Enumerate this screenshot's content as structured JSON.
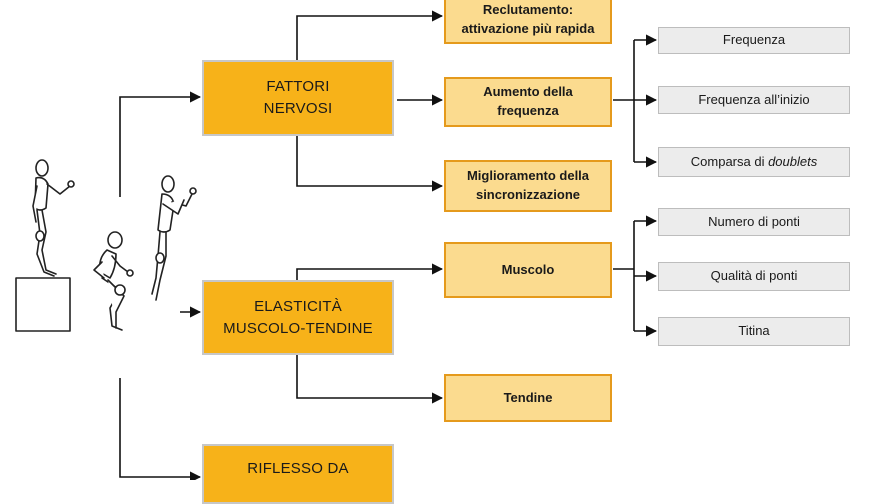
{
  "main": {
    "fattori": "FATTORI\nNERVOSI",
    "elasticita": "ELASTICITÀ\nMUSCOLO-TENDINE",
    "riflesso": "RIFLESSO DA"
  },
  "sub": {
    "reclutamento": "Reclutamento:\nattivazione più rapida",
    "aumento": "Aumento della\nfrequenza",
    "miglioramento": "Miglioramento della\nsincronizzazione",
    "muscolo": "Muscolo",
    "tendine": "Tendine"
  },
  "leaf": {
    "frequenza": "Frequenza",
    "frequenza_inizio": "Frequenza all’inizio",
    "comparsa_prefix": "Comparsa di ",
    "comparsa_italic": "doublets",
    "numero_ponti": "Numero di ponti",
    "qualita_ponti": "Qualità di ponti",
    "titina": "Titina"
  },
  "colors": {
    "main_fill": "#f7b219",
    "sub_fill": "#fbdb8f",
    "sub_border": "#e59a1c",
    "leaf_fill": "#ececec",
    "line": "#111111"
  },
  "figures": [
    "jump-start-figure",
    "squat-figure",
    "takeoff-figure"
  ]
}
